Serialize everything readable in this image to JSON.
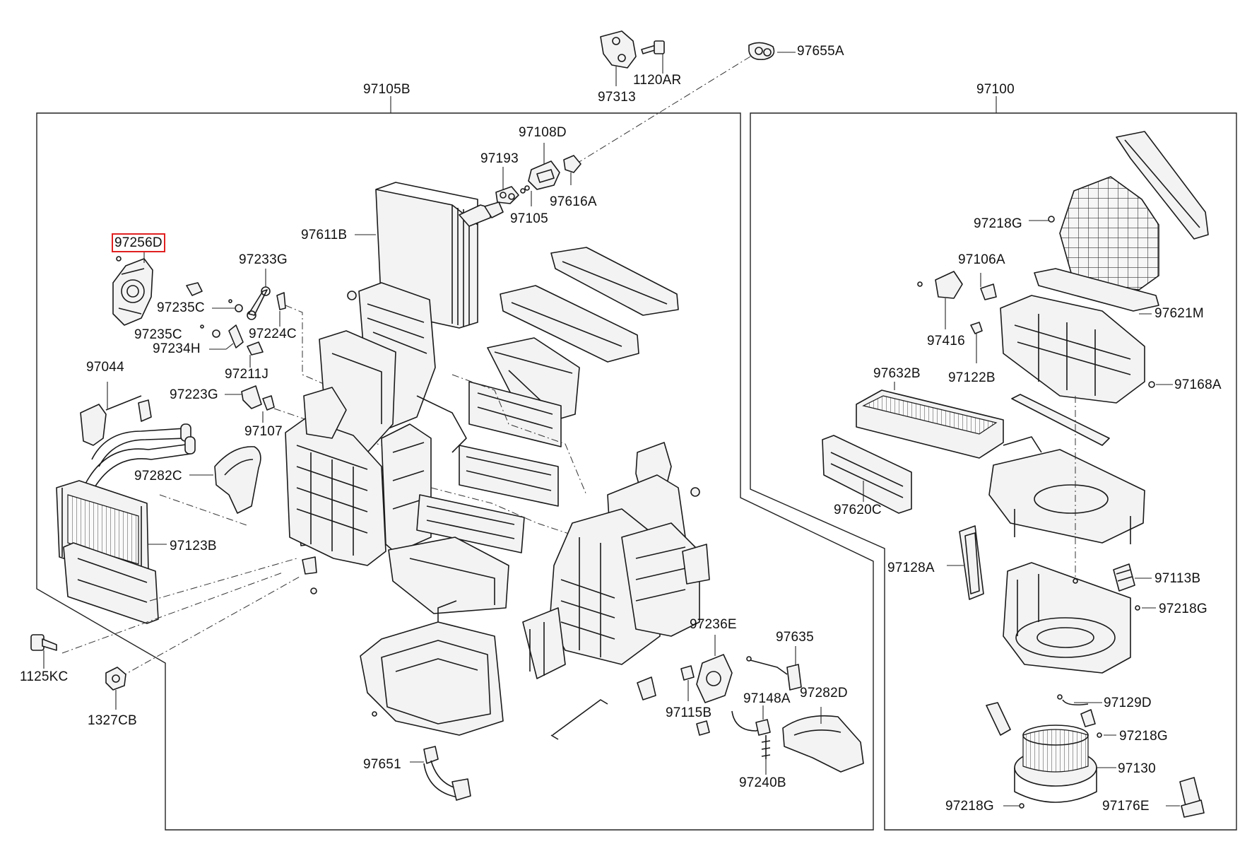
{
  "diagram": {
    "highlighted_label": "97256D",
    "highlight_color": "#e02020",
    "groups": [
      {
        "id": "left_housing",
        "label": "97105B"
      },
      {
        "id": "right_blower",
        "label": "97100"
      }
    ],
    "labels": {
      "p97313": "97313",
      "p1120AR": "1120AR",
      "p97655A": "97655A",
      "p97105B": "97105B",
      "p97100": "97100",
      "p97108D": "97108D",
      "p97193": "97193",
      "p97616A": "97616A",
      "p97105": "97105",
      "p97611B": "97611B",
      "p97256D": "97256D",
      "p97233G": "97233G",
      "p97235C_a": "97235C",
      "p97224C": "97224C",
      "p97235C_b": "97235C",
      "p97234H": "97234H",
      "p97211J": "97211J",
      "p97044": "97044",
      "p97223G": "97223G",
      "p97107": "97107",
      "p97282C": "97282C",
      "p97123B": "97123B",
      "p1125KC": "1125KC",
      "p1327CB": "1327CB",
      "p97236E": "97236E",
      "p97635": "97635",
      "p97148A": "97148A",
      "p97282D": "97282D",
      "p97115B": "97115B",
      "p97240B": "97240B",
      "p97651": "97651",
      "p97218G_a": "97218G",
      "p97106A": "97106A",
      "p97621M": "97621M",
      "p97416": "97416",
      "p97122B": "97122B",
      "p97168A": "97168A",
      "p97632B": "97632B",
      "p97620C": "97620C",
      "p97128A": "97128A",
      "p97113B": "97113B",
      "p97218G_b": "97218G",
      "p97129D": "97129D",
      "p97218G_c": "97218G",
      "p97130": "97130",
      "p97218G_d": "97218G",
      "p97176E": "97176E"
    }
  }
}
